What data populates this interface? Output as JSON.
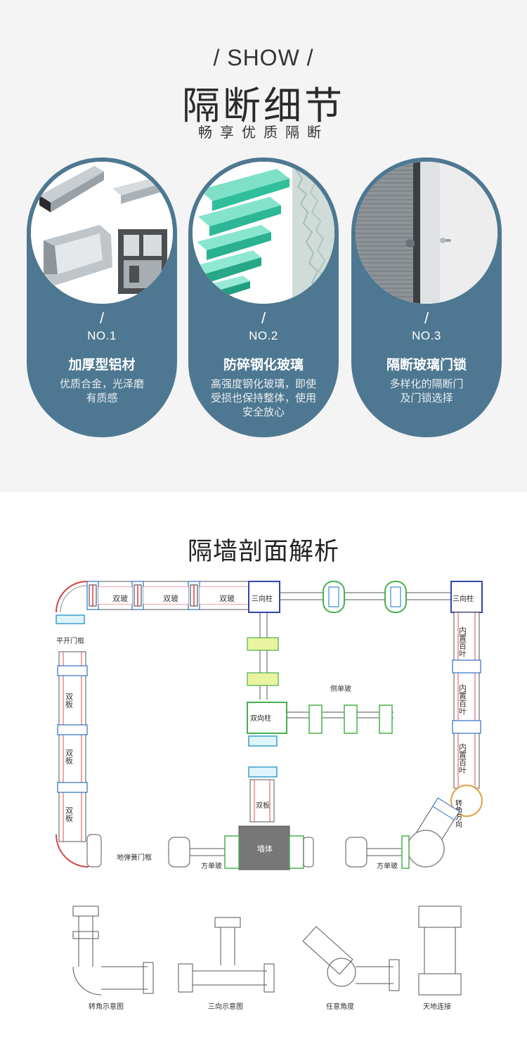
{
  "header": {
    "show_label": "/ SHOW /",
    "title": "隔断细节",
    "subtitle": "畅享优质隔断"
  },
  "features": [
    {
      "slash": "/",
      "number": "NO.1",
      "name": "加厚型铝材",
      "desc_lines": [
        "优质合金，光泽磨",
        "有质感"
      ]
    },
    {
      "slash": "/",
      "number": "NO.2",
      "name": "防碎钢化玻璃",
      "desc_lines": [
        "高强度钢化玻璃，即使",
        "受损也保持整体，使用",
        "安全放心"
      ]
    },
    {
      "slash": "/",
      "number": "NO.3",
      "name": "隔断玻璃门锁",
      "desc_lines": [
        "多样化的隔断门",
        "及门锁选择"
      ]
    }
  ],
  "colors": {
    "card": "#4e7891",
    "top_bg": "#f4f4f4",
    "glass_green": "#2fbf9a"
  },
  "section2": {
    "title": "隔墙剖面解析",
    "labels": {
      "shuang_po": "双玻",
      "san_xiang_zhu": "三向柱",
      "ping_kai_men_kuang": "平开门框",
      "shuang_ban": "双板",
      "nei_zhi_bai_ye": "内置百叶",
      "ce_dan_bo": "侧单玻",
      "shuang_xiang_zhu": "双向柱",
      "zhuan_jiao_xiang": "转角万向",
      "di_tan_huang_men_kuang": "地弹簧门框",
      "qiang_ti": "墙体",
      "fang_dan_bo": "方单玻"
    },
    "examples": [
      "转角示意图",
      "三向示意图",
      "任意角度",
      "天地连接"
    ]
  }
}
